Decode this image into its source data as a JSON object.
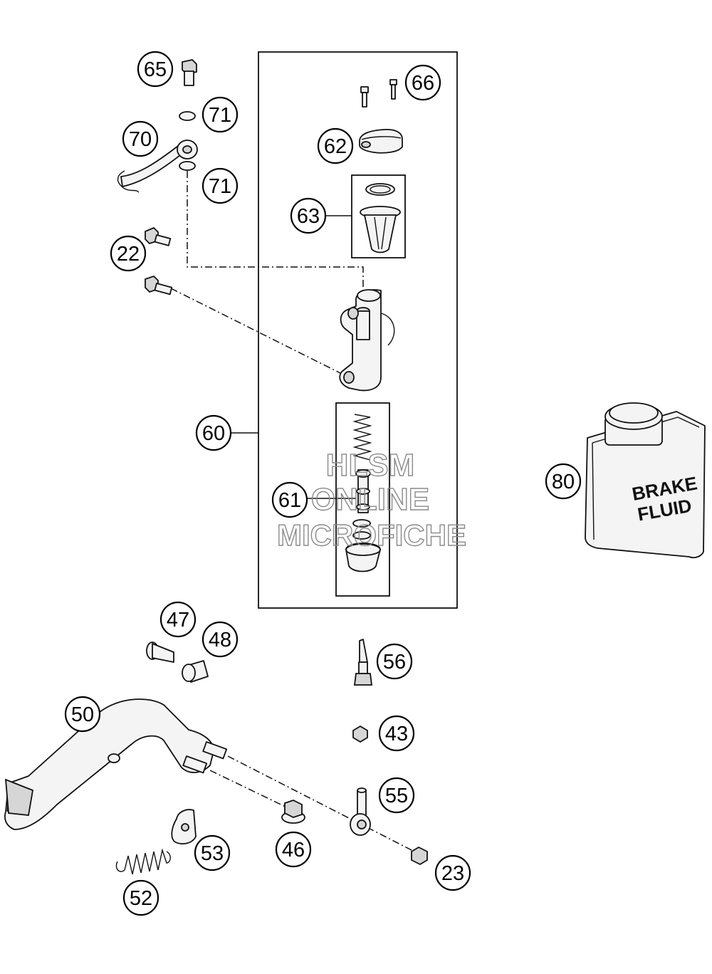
{
  "callouts": [
    {
      "id": "65",
      "label": "65"
    },
    {
      "id": "71a",
      "label": "71"
    },
    {
      "id": "70",
      "label": "70"
    },
    {
      "id": "71b",
      "label": "71"
    },
    {
      "id": "66",
      "label": "66"
    },
    {
      "id": "62",
      "label": "62"
    },
    {
      "id": "63",
      "label": "63"
    },
    {
      "id": "22",
      "label": "22"
    },
    {
      "id": "60",
      "label": "60"
    },
    {
      "id": "61",
      "label": "61"
    },
    {
      "id": "80",
      "label": "80"
    },
    {
      "id": "47",
      "label": "47"
    },
    {
      "id": "48",
      "label": "48"
    },
    {
      "id": "56",
      "label": "56"
    },
    {
      "id": "50",
      "label": "50"
    },
    {
      "id": "43",
      "label": "43"
    },
    {
      "id": "55",
      "label": "55"
    },
    {
      "id": "53",
      "label": "53"
    },
    {
      "id": "46",
      "label": "46"
    },
    {
      "id": "23",
      "label": "23"
    },
    {
      "id": "52",
      "label": "52"
    }
  ],
  "fluid_can": {
    "line1": "BRAKE",
    "line2": "FLUID"
  },
  "watermark": {
    "line1": "HLSM",
    "line2": "ONLINE",
    "line3": "MICROFICHE"
  }
}
